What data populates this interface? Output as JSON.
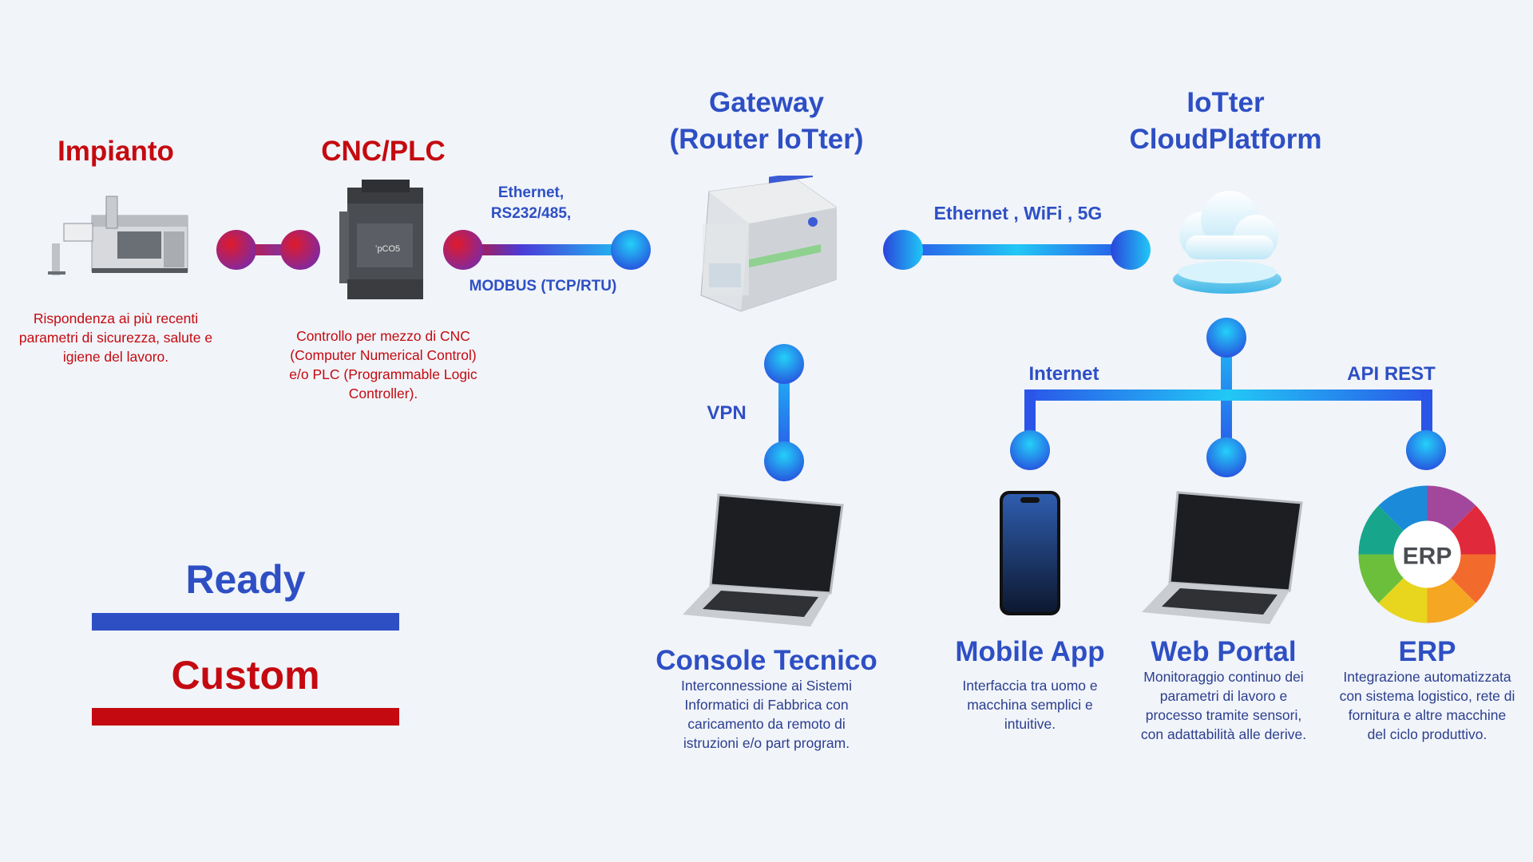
{
  "nodes": {
    "impianto": {
      "title": "Impianto",
      "desc": [
        "Rispondenza ai più recenti",
        "parametri di sicurezza, salute e",
        "igiene del lavoro."
      ]
    },
    "cnc": {
      "title": "CNC/PLC",
      "desc": [
        "Controllo per mezzo di CNC",
        "(Computer Numerical Control)",
        "e/o PLC (Programmable Logic",
        "Controller)."
      ],
      "device_label": "ʻpCO5"
    },
    "gateway": {
      "title_lines": [
        "Gateway",
        "(Router IoTter)"
      ]
    },
    "cloud": {
      "title_lines": [
        "IoTter",
        "CloudPlatform"
      ]
    },
    "console": {
      "title": "Console Tecnico",
      "desc": [
        "Interconnessione ai Sistemi",
        "Informatici di Fabbrica con",
        "caricamento da remoto di",
        "istruzioni e/o part program."
      ]
    },
    "mobile": {
      "title": "Mobile App",
      "desc": [
        "Interfaccia tra uomo e",
        "macchina semplici e",
        "intuitive."
      ]
    },
    "web": {
      "title": "Web Portal",
      "desc": [
        "Monitoraggio continuo dei",
        "parametri di lavoro e",
        "processo tramite sensori,",
        "con adattabilità alle derive."
      ]
    },
    "erp": {
      "title": "ERP",
      "desc": [
        "Integrazione automatizzata",
        "con sistema logistico, rete di",
        "fornitura e altre macchine",
        "del ciclo produttivo."
      ],
      "logo_text": "ERP"
    }
  },
  "links": {
    "cnc_gateway_top": [
      "Ethernet,",
      "RS232/485,"
    ],
    "cnc_gateway_bottom": "MODBUS (TCP/RTU)",
    "gateway_cloud": "Ethernet , WiFi , 5G",
    "vpn": "VPN",
    "internet": "Internet",
    "api": "API REST"
  },
  "legend": {
    "ready": {
      "label": "Ready",
      "color": "#2e4fc4"
    },
    "custom": {
      "label": "Custom",
      "color": "#c40a10"
    }
  },
  "colors": {
    "background": "#f1f4f9",
    "accent_blue": "#2e4fc4",
    "accent_red": "#c40a10",
    "link_cyan": "#1ec8f5"
  },
  "icons": [
    "machine-tool-icon",
    "plc-controller-icon",
    "router-device-icon",
    "cloud-platform-icon",
    "laptop-icon",
    "smartphone-icon",
    "erp-wheel-icon"
  ]
}
